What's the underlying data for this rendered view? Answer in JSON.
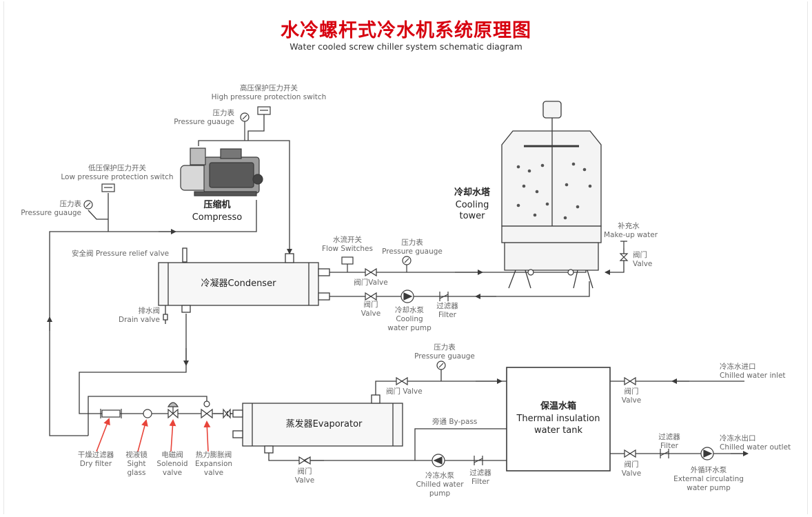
{
  "title": "水冷螺杆式冷水机系统原理图",
  "subtitle": "Water cooled screw chiller system schematic diagram",
  "colors": {
    "line": "#3a3a3a",
    "title": "#d7000f",
    "arrow_red": "#e8443a"
  },
  "labels": {
    "hp_switch_cn": "高压保护压力开关",
    "hp_switch_en": "High pressure protection switch",
    "gauge1_cn": "压力表",
    "gauge1_en": "Pressure guauge",
    "lp_switch_cn": "低压保护压力开关",
    "lp_switch_en": "Low pressure protection switch",
    "gauge2_cn": "压力表",
    "gauge2_en": "Pressure guauge",
    "compressor_cn": "压缩机",
    "compressor_en": "Compresso",
    "cooling_tower_cn": "冷却水塔",
    "cooling_tower_en1": "Cooling",
    "cooling_tower_en2": "tower",
    "makeup_cn": "补充水",
    "makeup_en": "Make-up water",
    "valve_tower_cn": "阀门",
    "valve_tower_en": "Valve",
    "relief_valve": "安全阀 Pressure relief valve",
    "flow_switch_cn": "水流开关",
    "flow_switch_en": "Flow Switches",
    "gauge3_cn": "压力表",
    "gauge3_en": "Pressure guauge",
    "condenser": "冷凝器Condenser",
    "valve_top": "阀门Valve",
    "drain_cn": "排水阀",
    "drain_en": "Drain valve",
    "valve_cond_cn": "阀门",
    "valve_cond_en": "Valve",
    "cw_pump_cn": "冷却水泵",
    "cw_pump_en1": "Cooling",
    "cw_pump_en2": "water pump",
    "filter1_cn": "过滤器",
    "filter1_en": "Filter",
    "gauge4_cn": "压力表",
    "gauge4_en": "Pressure guauge",
    "valve_evap_out": "阀门 Valve",
    "tank_cn": "保温水箱",
    "tank_en1": "Thermal insulation",
    "tank_en2": "water tank",
    "chilled_inlet_cn": "冷冻水进口",
    "chilled_inlet_en": "Chilled water inlet",
    "valve_tank_in_cn": "阀门",
    "valve_tank_in_en": "Valve",
    "evaporator": "蒸发器Evaporator",
    "bypass": "旁通 By-pass",
    "dry_filter_cn": "干燥过滤器",
    "dry_filter_en": "Dry filter",
    "sight_cn": "视液镜",
    "sight_en1": "Sight",
    "sight_en2": "glass",
    "solenoid_cn": "电磁阀",
    "solenoid_en1": "Solenoid",
    "solenoid_en2": "valve",
    "expansion_cn": "热力膨胀阀",
    "expansion_en1": "Expansion",
    "expansion_en2": "valve",
    "valve_evap_in_cn": "阀门",
    "valve_evap_in_en": "Valve",
    "chw_pump_cn": "冷冻水泵",
    "chw_pump_en1": "Chilled water",
    "chw_pump_en2": "pump",
    "filter2_cn": "过滤器",
    "filter2_en": "Filter",
    "filter3_cn": "过滤器",
    "filter3_en": "Filter",
    "chilled_outlet_cn": "冷冻水出口",
    "chilled_outlet_en": "Chilled water outlet",
    "valve_tank_out_cn": "阀门",
    "valve_tank_out_en": "Valve",
    "ext_pump_cn": "外循环水泵",
    "ext_pump_en1": "External circulating",
    "ext_pump_en2": "water pump"
  }
}
